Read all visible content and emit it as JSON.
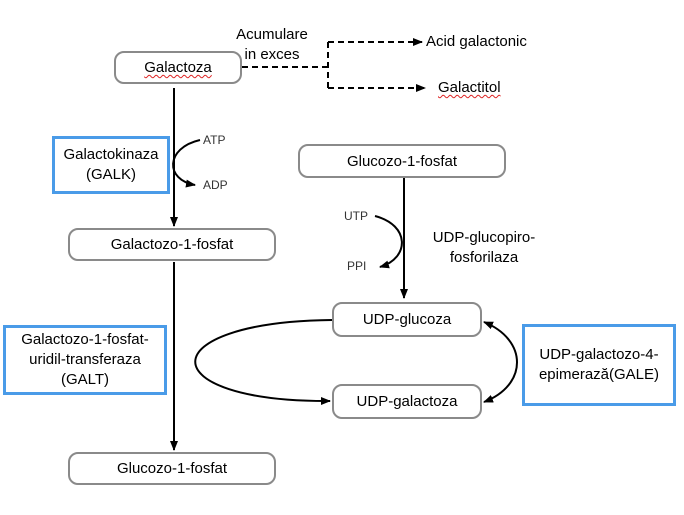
{
  "nodes": {
    "galactoza": "Galactoza",
    "galactozo_1_fosfat": "Galactozo-1-fosfat",
    "glucozo_1_fosfat_left": "Glucozo-1-fosfat",
    "glucozo_1_fosfat_right": "Glucozo-1-fosfat",
    "udp_glucoza": "UDP-glucoza",
    "udp_galactoza": "UDP-galactoza",
    "acid_galactonic": "Acid galactonic",
    "galactitol": "Galactitol"
  },
  "labels": {
    "accumulation": "Acumulare\nin exces",
    "udp_glucopirofosforilaza": "UDP-glucopiro-\nfosforilaza"
  },
  "cofactors": {
    "atp": "ATP",
    "adp": "ADP",
    "utp": "UTP",
    "ppi": "PPI"
  },
  "enzymes": {
    "galk": "Galactokinaza\n(GALK)",
    "galt": "Galactozo-1-fosfat-\nuridil-transferaza\n(GALT)",
    "gale": "UDP-galactozo-4-\nepimerază(GALE)"
  },
  "colors": {
    "enzyme_border": "#4a9be8",
    "node_border": "#8a8a8a",
    "arrow": "#000000"
  }
}
